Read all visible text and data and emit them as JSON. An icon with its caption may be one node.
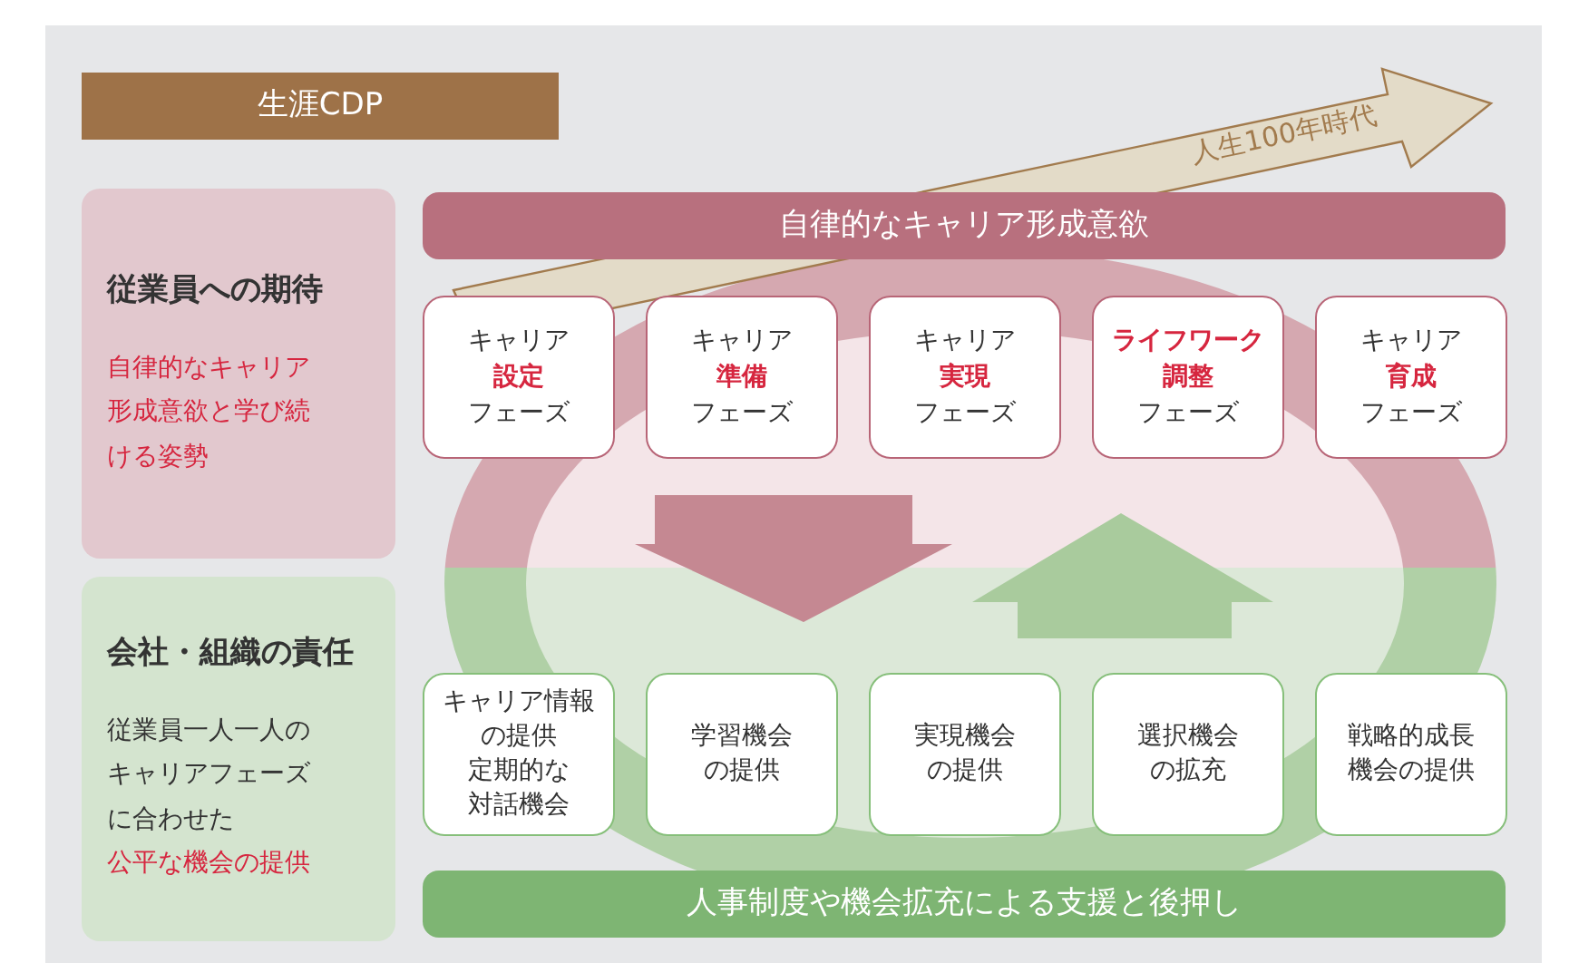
{
  "diagram": {
    "nodes": [
      {
        "text": [
          "生涯CDP"
        ]
      },
      {
        "text": [
          "従業員への期待",
          "自律的なキャリア形成意欲と学び続ける姿勢"
        ]
      },
      {
        "text": [
          "会社・組織の責任",
          "従業員一人一人のキャリアフェーズに合わせた",
          "公平な機会の提供"
        ]
      },
      {
        "text": [
          "自律的なキャリア形成意欲"
        ]
      },
      {
        "text": [
          "キャリア",
          "設定",
          "フェーズ"
        ]
      },
      {
        "text": [
          "キャリア",
          "準備",
          "フェーズ"
        ]
      },
      {
        "text": [
          "キャリア",
          "実現",
          "フェーズ"
        ]
      },
      {
        "text": [
          "ライフワーク",
          "調整",
          "フェーズ"
        ]
      },
      {
        "text": [
          "キャリア",
          "育成",
          "フェーズ"
        ]
      },
      {
        "text": [
          "人事制度や機会拡充による支援と後押し"
        ]
      },
      {
        "text": [
          "キャリア情報の提供",
          "定期的な対話機会"
        ]
      },
      {
        "text": [
          "学習機会の提供"
        ]
      },
      {
        "text": [
          "実現機会の提供"
        ]
      },
      {
        "text": [
          "選択機会の拡充"
        ]
      },
      {
        "text": [
          "戦略的成長機会の提供"
        ]
      }
    ],
    "edges": [
      {
        "from": 5,
        "to": 11,
        "arrow": "to"
      },
      {
        "from": 13,
        "to": 7,
        "arrow": "to"
      }
    ],
    "labels": [
      "人生100年時代"
    ]
  }
}
